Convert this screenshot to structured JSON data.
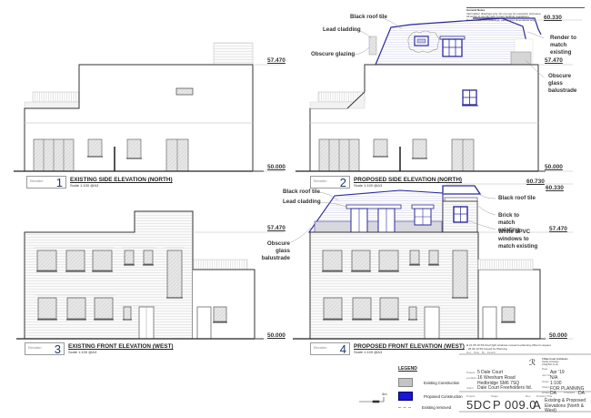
{
  "drawing": {
    "colors": {
      "existing": "#c4c4c4",
      "proposed": "#1a14d6",
      "line": "#333333",
      "proposed_line": "#2a2a9a"
    },
    "levels": {
      "ground": "50.000",
      "parapet": "57.470",
      "proposed_roof": "60.330",
      "proposed_ridge": "60.730"
    },
    "general_notes": {
      "title": "General Notes",
      "lines": [
        "Information drawings only. Do not use for execution purposes.",
        "All works to comply with current building regulations.",
        "Do not scale from drawings, use figured dimensions only."
      ]
    },
    "views": [
      {
        "number": "1",
        "caption": "Elevation",
        "title": "EXISTING SIDE ELEVATION (NORTH)",
        "scale": "Scale   1:100 @A3"
      },
      {
        "number": "2",
        "caption": "Elevation",
        "title": "PROPOSED SIDE ELEVATION (NORTH)",
        "scale": "Scale   1:100 @A3"
      },
      {
        "number": "3",
        "caption": "Elevation",
        "title": "EXISTING FRONT ELEVATION (WEST)",
        "scale": "Scale   1:100 @A3"
      },
      {
        "number": "4",
        "caption": "Elevation",
        "title": "PROPOSED FRONT ELEVATION (WEST)",
        "scale": "Scale   1:100 @A3"
      }
    ],
    "annotations_side": {
      "black_roof_tile": "Black roof tile",
      "lead_cladding": "Lead cladding",
      "obscure_glazing": "Obscure glazing",
      "render": "Render to match existing",
      "obscure_glass": "Obscure glass balustrade"
    },
    "annotations_front": {
      "black_roof_tile_left": "Black roof tile",
      "lead_cladding": "Lead cladding",
      "obscure_glass": "Obscure glass balustrade",
      "black_roof_tile_right": "Black roof tile",
      "brick": "Brick to match existing",
      "upvc": "White uPVC windows to match existing"
    },
    "scale_bar": {
      "label": "4m"
    }
  },
  "legend": {
    "title": "LEGEND",
    "items": [
      {
        "label": "Existing Construction",
        "swatch": "#c4c4c4"
      },
      {
        "label": "Proposed Construction",
        "swatch": "#1a14d6"
      },
      {
        "label": "Existing removed",
        "swatch": "dashed"
      }
    ]
  },
  "revisions": [
    {
      "rev": "A",
      "date": "21.05.19",
      "by": "SS",
      "desc": "Roof light windows moved to planning officer's request"
    },
    {
      "rev": "-",
      "date": "26.04.19",
      "by": "SS",
      "desc": "Issued for Planning"
    }
  ],
  "revision_headers": {
    "rev": "Rev",
    "date": "Date",
    "by": "By",
    "desc": "Details"
  },
  "title_block": {
    "firm_lines": [
      "5 Dale Court Architects",
      "Studio & Design",
      "info@5dc.co.uk"
    ],
    "project_caption": "Project",
    "project": "5 Dale Court",
    "address_caption": "Location",
    "address_line1": "16 Wrexham Road",
    "address_line2": "Hedbridge SM6 7SQ",
    "client_caption": "Client",
    "client": "Dale Court Freeholders ltd.",
    "date_caption": "Date",
    "date": "Apr '19",
    "job_caption": "Job No",
    "job": "N/A",
    "scale_caption": "Scale",
    "scale": "1:100",
    "status_caption": "Status",
    "status": "FOR PLANNING",
    "drawn_caption": "Drawn",
    "drawn": "DA",
    "checked_caption": "Checked",
    "checked": "DA",
    "number_caption_project": "Project",
    "number_caption_type": "Stage",
    "number_caption_rev": "Rev",
    "number_caption_title": "Drawing Title",
    "project_code": "5DC",
    "stage": "P",
    "drawing_no": "009.0",
    "revision": "A",
    "drawing_title": "Existing & Proposed Elevations (North & West)"
  }
}
